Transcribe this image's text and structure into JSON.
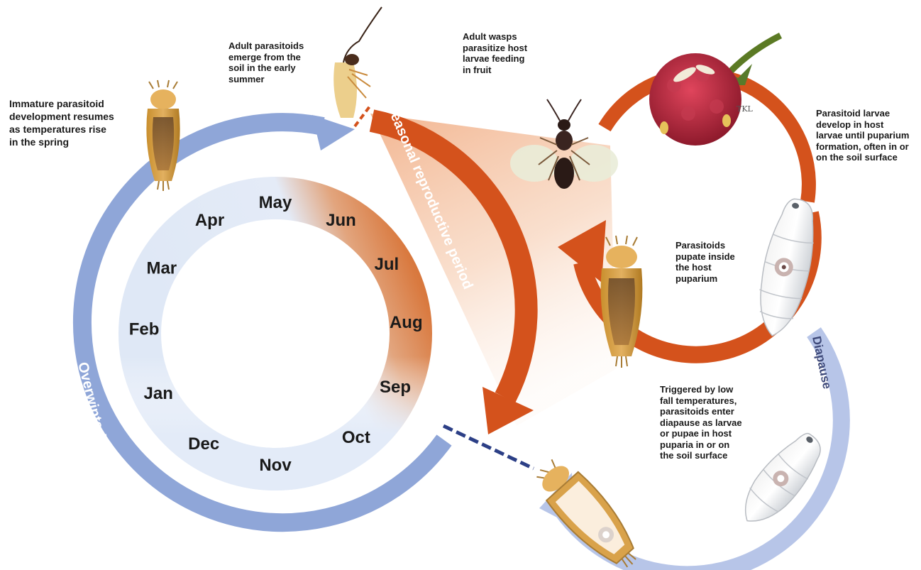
{
  "months": [
    "Jan",
    "Feb",
    "Mar",
    "Apr",
    "May",
    "Jun",
    "Jul",
    "Aug",
    "Sep",
    "Oct",
    "Nov",
    "Dec"
  ],
  "arrow_labels": {
    "seasonal": "Seasonal reproductive period",
    "overwintering": "Overwintering",
    "diapause": "Diapause"
  },
  "captions": {
    "immature": "Immature parasitoid\ndevelopment resumes\nas temperatures rise\nin the spring",
    "emerge": "Adult parasitoids\nemerge from the\nsoil in the early\nsummer",
    "wasps": "Adult wasps\nparasitize host\nlarvae feeding\nin fruit",
    "develop": "Parasitoid larvae\ndevelop in host\nlarvae until puparium\nformation, often in or\non the soil surface",
    "pupate": "Parasitoids\npupate inside\nthe host\npuparium",
    "triggered": "Triggered by low\nfall  temperatures,\nparasitoids enter\ndiapause as larvae\nor pupae in host\npuparia in or on\nthe soil surface"
  },
  "signature": "TKL",
  "colors": {
    "overwinter_blue": "#8fa6d8",
    "diapause_blue": "#b7c5e8",
    "ring_light": "#dfe8f6",
    "reproductive_orange": "#d4521c",
    "ring_orange": "#d9773e",
    "dashed_navy": "#2c3f86"
  }
}
